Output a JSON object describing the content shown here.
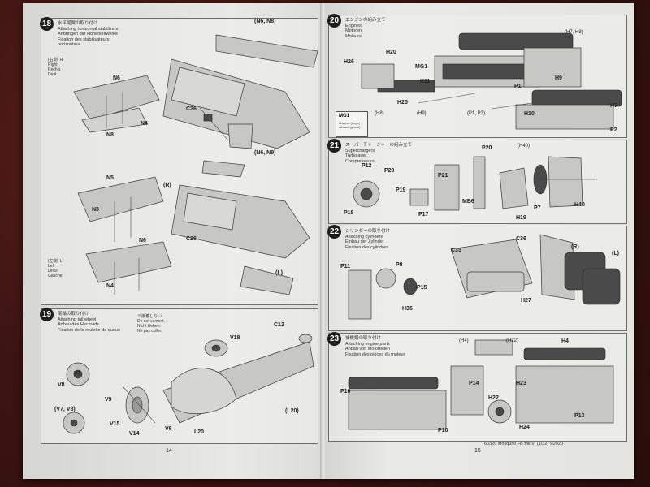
{
  "left_page": {
    "page_number": "14",
    "step18": {
      "number": "18",
      "header": [
        "水平尾翼の取り付け",
        "Attaching horizontal stabilizers",
        "Anbringen der Höhenleitwerke",
        "Fixation des stabilisateurs",
        "horizontaux"
      ],
      "variant_top": "(N6, N8)",
      "variant_mid": "(N6, N9)",
      "labels_a": [
        "N6",
        "N4",
        "C26",
        "N8"
      ],
      "labels_b": [
        "N5",
        "N3",
        "N6",
        "N4",
        "(R)",
        "C26",
        "(L)"
      ],
      "right_label": [
        "(右側) R",
        "Right",
        "Rechts",
        "Droit"
      ],
      "left_label": [
        "(左側) L",
        "Left",
        "Links",
        "Gauche"
      ]
    },
    "step19": {
      "number": "19",
      "header": [
        "尾輪の取り付け",
        "Attaching tail wheel",
        "Anbau des Heckrads",
        "Fixation de la roulette de queue"
      ],
      "caution": [
        "※接着しない",
        "Do not cement.",
        "Nicht kleben.",
        "Ne pas coller."
      ],
      "labels": [
        "C12",
        "V18",
        "V8",
        "V7",
        "V9",
        "V15",
        "V14",
        "V6",
        "L20",
        "(V7, V8)",
        "(L20)"
      ]
    }
  },
  "right_page": {
    "page_number": "15",
    "footer": "60320  Mosquito FB Mk.VI (1/32)  ©2020",
    "step20": {
      "number": "20",
      "header": [
        "エンジンの組み立て",
        "Engines",
        "Motoren",
        "Moteurs"
      ],
      "labels": [
        "H26",
        "H20",
        "MG1",
        "H11",
        "H25",
        "H9",
        "P1",
        "H10",
        "P2",
        "(H7, H8)",
        "(H8)",
        "(H9)",
        "(P1, P3)",
        "H7"
      ],
      "mg_box": {
        "title": "MG1",
        "sub": [
          "Magnet (large)",
          "Aimant (grand)"
        ]
      }
    },
    "step21": {
      "number": "21",
      "header": [
        "スーパーチャージャーの組み立て",
        "Superchargers",
        "Turbolader",
        "Compresseurs"
      ],
      "labels": [
        "P12",
        "P29",
        "P20",
        "P21",
        "P19",
        "P18",
        "P17",
        "MB6",
        "H40",
        "H19",
        "P7",
        "(H40)"
      ]
    },
    "step22": {
      "number": "22",
      "header": [
        "シリンダーの取り付け",
        "Attaching cylinders",
        "Einbau der Zylinder",
        "Fixation des cylindres"
      ],
      "labels": [
        "C36",
        "C35",
        "P11",
        "P8",
        "P15",
        "H36",
        "H27",
        "(R)",
        "(L)"
      ]
    },
    "step23": {
      "number": "23",
      "header": [
        "補機類の取り付け",
        "Attaching engine parts",
        "Anbau von Motorteilen",
        "Fixation des pièces du moteur"
      ],
      "labels": [
        "(H4)",
        "(H22)",
        "H4",
        "P16",
        "P14",
        "H23",
        "H22",
        "P10",
        "H24",
        "P13"
      ]
    }
  }
}
